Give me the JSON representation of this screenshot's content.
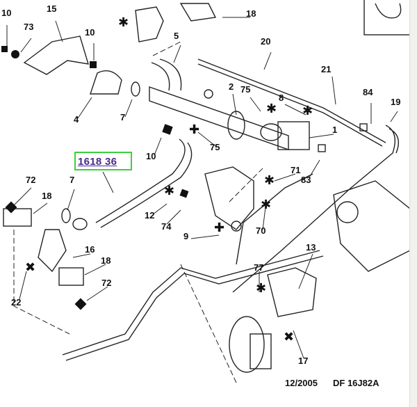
{
  "diagram": {
    "part_link": "1618 36",
    "callouts": [
      "10",
      "73",
      "15",
      "10",
      "18",
      "5",
      "20",
      "21",
      "2",
      "75",
      "8",
      "84",
      "19",
      "4",
      "7",
      "1",
      "10",
      "75",
      "72",
      "7",
      "18",
      "71",
      "83",
      "12",
      "74",
      "9",
      "70",
      "16",
      "18",
      "13",
      "77",
      "72",
      "22",
      "17"
    ],
    "footer": {
      "date": "12/2005",
      "reference": "DF 16J82A"
    }
  }
}
